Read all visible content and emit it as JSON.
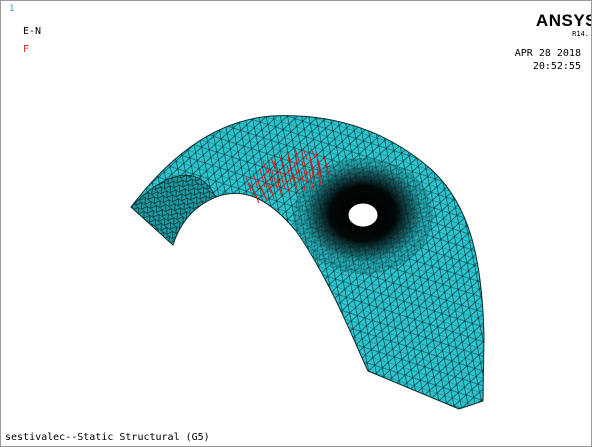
{
  "window": {
    "window_number": "1",
    "legend_element_label": "E-N",
    "legend_force_label": "F",
    "brand": "ANSYS",
    "version": "R14.",
    "date": "APR 28 2018",
    "time": "20:52:55",
    "caption": "sestivalec--Static Structural (G5)"
  },
  "colors": {
    "mesh_fill": "#2bc5cf",
    "mesh_line": "#0b2a2c",
    "force_arrows": "#d21c1c",
    "brand": "#000000"
  }
}
